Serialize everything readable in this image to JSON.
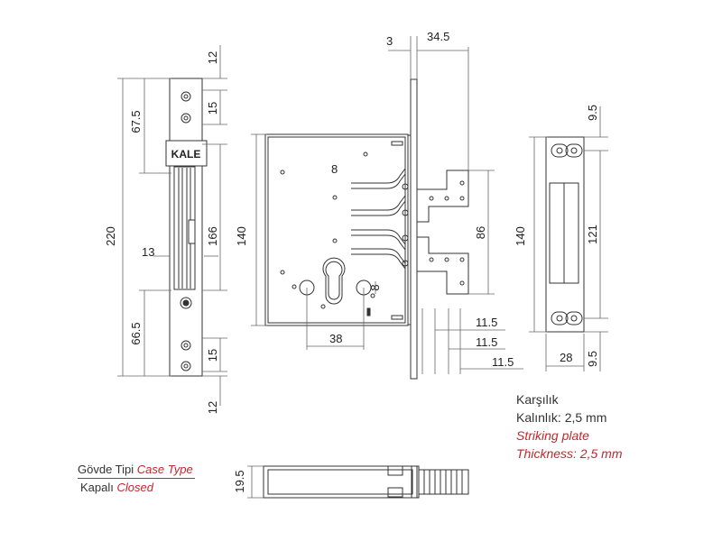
{
  "brand": "KALE",
  "dimensions": {
    "front_top_margin": "12",
    "front_upper_span": "67.5",
    "front_upper_hole_gap": "15",
    "front_total_height": "220",
    "front_mid_span": "166",
    "front_width_13": "13",
    "front_lower_span": "66.5",
    "front_lower_hole_gap": "15",
    "front_bottom_margin": "12",
    "body_height": "140",
    "body_backset_mark": "8",
    "cylinder_center": "38",
    "cylinder_8": "8",
    "faceplate_thickness": "3",
    "bolt_projection": "34.5",
    "bolt_height": "86",
    "offset_1": "11.5",
    "offset_2": "11.5",
    "offset_3": "11.5",
    "strike_top": "9.5",
    "strike_height": "140",
    "strike_mid": "121",
    "strike_width": "28",
    "strike_bottom": "9.5",
    "case_depth": "19.5"
  },
  "strike_caption": {
    "line1": "Karşılık",
    "line2": "Kalınlık: 2,5 mm",
    "line3": "Striking plate",
    "line4": "Thickness: 2,5 mm"
  },
  "case_legend": {
    "label_tr": "Gövde Tipi",
    "label_en": "Case Type",
    "value_tr": "Kapalı",
    "value_en": "Closed"
  },
  "colors": {
    "line": "#333333",
    "dim_line": "#666666",
    "accent_red": "#c0282d"
  }
}
